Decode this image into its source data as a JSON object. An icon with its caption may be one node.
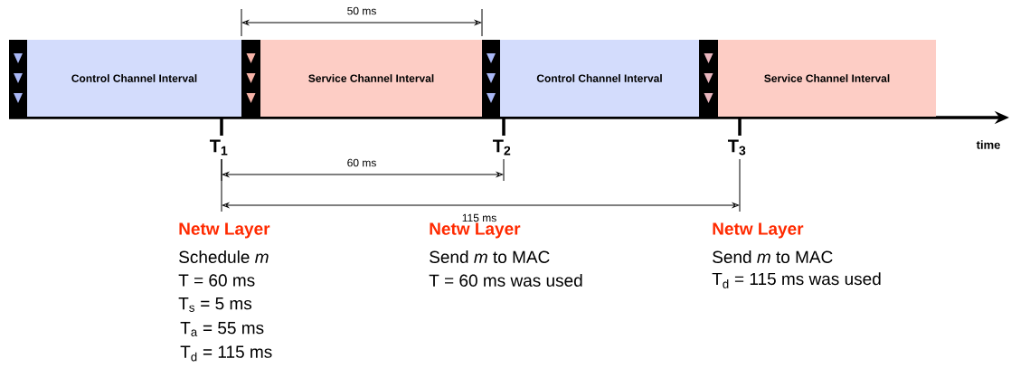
{
  "diagram": {
    "nodes": [
      {
        "text": [
          "Control Channel Interval"
        ]
      },
      {
        "text": [
          "Service Channel Interval"
        ]
      },
      {
        "text": [
          "Control Channel Interval"
        ]
      },
      {
        "text": [
          "Service Channel Interval"
        ]
      }
    ],
    "labels": [
      "50 ms",
      "T$_{1}$",
      "T$_{2}$",
      "T$_{3}$",
      "time",
      "60 ms",
      "115 ms",
      "Netw Layer",
      "Schedule *m*",
      "T = 60 ms",
      "T$_{s}$ = 5 ms",
      "T$_{a}$ = 55 ms",
      "T$_{d}$ = 115 ms",
      "Netw Layer",
      "Send *m* to MAC",
      "T = 60 ms was used",
      "Netw Layer",
      "Send *m* to MAC",
      "T$_{d}$ = 115 ms was used"
    ]
  }
}
